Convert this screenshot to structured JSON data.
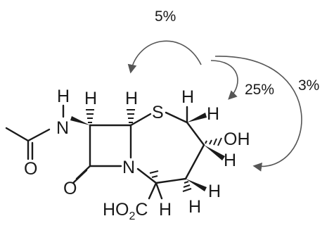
{
  "molecule": {
    "atoms": {
      "amide_N": "N",
      "amide_N_H": "H",
      "amide_O": "O",
      "lactam_O": "O",
      "ring_N": "N",
      "ring_S": "S",
      "hydroxyl": "OH",
      "carboxyl_prefix": "HO",
      "carboxyl_subscript": "2",
      "carboxyl_suffix": "C",
      "h_c6": "H",
      "h_c5": "H",
      "h_c_s_adj": "H",
      "h_c_s_adj_right": "H",
      "h_c_oh_right": "H",
      "h_c_lower": "H",
      "h_c_lower_down": "H",
      "h_c3": "H"
    },
    "noe": [
      {
        "label": "5%"
      },
      {
        "label": "25%"
      },
      {
        "label": "3%"
      }
    ]
  },
  "colors": {
    "ink": "#1a1a1a",
    "arrow": "#555555",
    "background": "#ffffff"
  }
}
